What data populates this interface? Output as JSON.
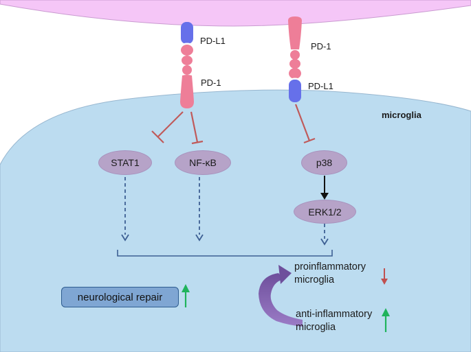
{
  "labels": {
    "pdl1_left": "PD-L1",
    "pd1_left": "PD-1",
    "pd1_right": "PD-1",
    "pdl1_right": "PD-L1",
    "cell_label": "microglia"
  },
  "nodes": {
    "stat1": "STAT1",
    "nfkb": "NF-κB",
    "p38": "p38",
    "erk": "ERK1/2"
  },
  "outcomes": {
    "neurological_repair": "neurological repair",
    "proinflammatory_line1": "proinflammatory",
    "proinflammatory_line2": "microglia",
    "anti_inflammatory_line1": "anti-inflammatory",
    "anti_inflammatory_line2": "microglia"
  },
  "colors": {
    "upper_cell": "#f5c6f7",
    "microglia_cell": "#bcdcf0",
    "pd1_receptor": "#ee7e98",
    "pdl1_ligand": "#6670ea",
    "inhibition": "#c05a5a",
    "node_fill": "#b6a3c8",
    "up_arrow": "#1fb35c",
    "down_arrow": "#c05050",
    "cycle_arrow": "#7d5aa6"
  }
}
